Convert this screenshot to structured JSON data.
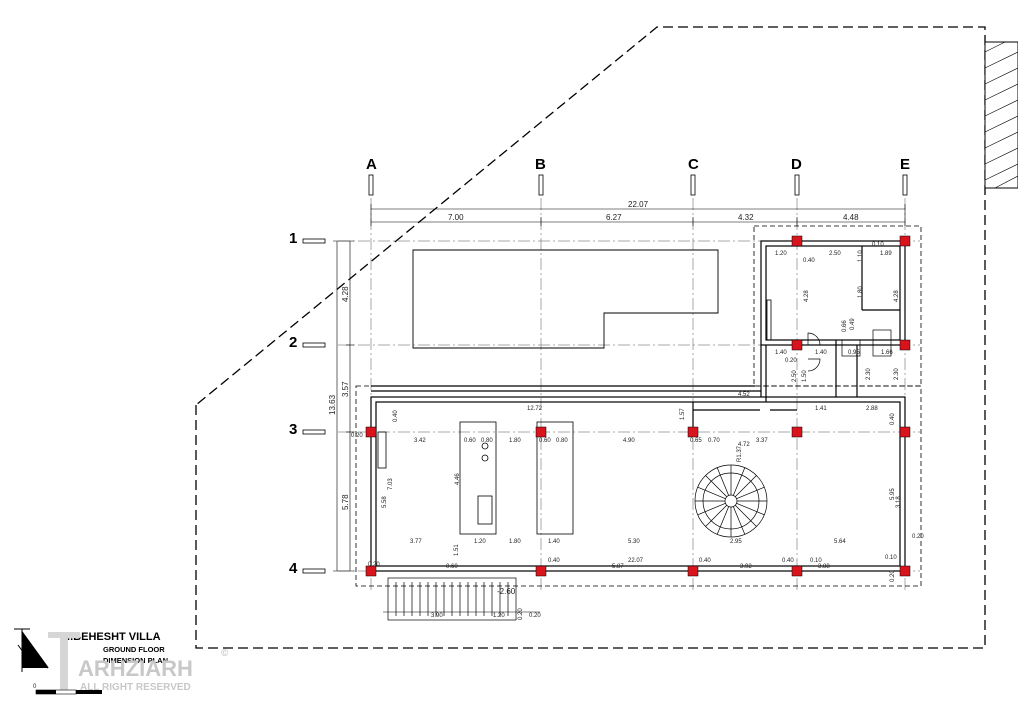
{
  "grid": {
    "columns": [
      "A",
      "B",
      "C",
      "D",
      "E"
    ],
    "rows": [
      "1",
      "2",
      "3",
      "4"
    ]
  },
  "dimensions": {
    "overall_width": "22.07",
    "bays": [
      "7.00",
      "6.27",
      "4.32",
      "4.48"
    ],
    "left_total": "13.63",
    "left_bays": [
      "4.28",
      "3.57",
      "5.78"
    ],
    "bottom_overall": "22.07",
    "interior": {
      "d_120": "1.20",
      "d_250": "2.50",
      "d_010a": "0.10",
      "d_189": "1.89",
      "d_040a": "0.40",
      "d_110": "1.10",
      "d_428a": "4.28",
      "d_180": "1.80",
      "d_428b": "4.28",
      "d_049": "0.49",
      "d_066": "0.66",
      "d_140a": "1.40",
      "d_020a": "0.20",
      "d_140b": "1.40",
      "d_095": "0.95",
      "d_166": "1.66",
      "d_150": "1.50",
      "d_250b": "2.50",
      "d_230a": "2.30",
      "d_230b": "2.30",
      "d_452": "4.52",
      "d_1272": "12.72",
      "d_157": "1.57",
      "d_141": "1.41",
      "d_288": "2.88",
      "d_020b": "0.20",
      "d_040b": "0.40",
      "d_342": "3.42",
      "d_060a": "0.60",
      "d_080a": "0.80",
      "d_180b": "1.80",
      "d_060b": "0.60",
      "d_080b": "0.80",
      "d_490": "4.90",
      "d_065": "0.65",
      "d_070": "0.70",
      "d_472": "4.72",
      "d_337": "3.37",
      "d_040c": "0.40",
      "d_446": "4.46",
      "d_558": "5.58",
      "d_703": "7.03",
      "d_137": "R1.37",
      "d_377": "3.77",
      "d_120b": "1.20",
      "d_180c": "1.80",
      "d_140c": "1.40",
      "d_530": "5.30",
      "d_295": "2.95",
      "d_564": "5.64",
      "d_151": "1.51",
      "d_020c": "0.20",
      "d_060c": "0.60",
      "d_040d": "0.40",
      "d_587": "5.87",
      "d_040e": "0.40",
      "d_392": "3.92",
      "d_040f": "0.40",
      "d_010b": "0.10",
      "d_388": "3.88",
      "d_010c": "0.10",
      "d_020d": "0.20",
      "d_390": "3.90",
      "d_120c": "1.20",
      "d_020e": "0.20",
      "d_020f": "0.20",
      "elev": "-2.60",
      "d_318": "3.18",
      "d_595": "5.95",
      "d_020g": "0.20"
    }
  },
  "title_block": {
    "line1": "...BEHESHT VILLA",
    "line2": "GROUND FLOOR",
    "line3": "DIMENSION PLAN"
  },
  "watermark": {
    "brand": "ARHZIARH",
    "rights": "ALL RIGHT RESERVED",
    "symbol": "©"
  },
  "scale_bar": {
    "zero": "0"
  },
  "colors": {
    "column": "#d9141c",
    "line": "#000000",
    "dashed": "#000000"
  }
}
